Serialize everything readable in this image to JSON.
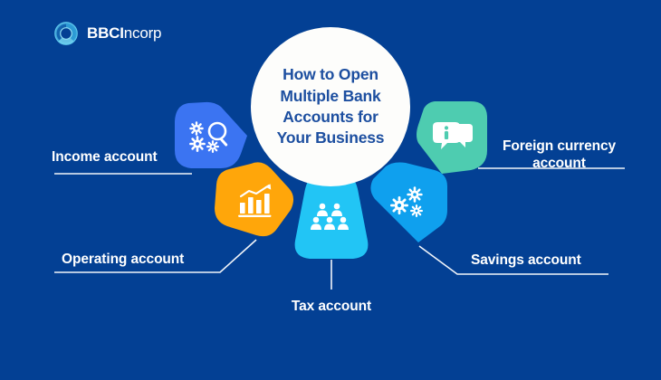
{
  "background_color": "#034094",
  "brand": {
    "logo_icon": "bbcincorp-swirl-icon",
    "name_bold": "BBCI",
    "name_regular": "ncorp",
    "mark_color": "#5ec6ec"
  },
  "center": {
    "title": "How to Open Multiple Bank Accounts for Your Business",
    "title_line_1": "How to Open",
    "title_line_2": "Multiple Bank",
    "title_line_3": "Accounts for",
    "title_line_4": "Your Business",
    "circle_color": "#fdfdfb",
    "text_color": "#1d4fa0"
  },
  "nodes": [
    {
      "id": "income",
      "label": "Income account",
      "icon": "gears-magnifier-icon",
      "color": "#3b74f2"
    },
    {
      "id": "operating",
      "label": "Operating account",
      "icon": "bar-chart-growth-icon",
      "color": "#ffa60a"
    },
    {
      "id": "tax",
      "label": "Tax account",
      "icon": "people-group-icon",
      "color": "#22c5f5"
    },
    {
      "id": "savings",
      "label": "Savings account",
      "icon": "gears-icon",
      "color": "#0fa0ee"
    },
    {
      "id": "foreign",
      "label": "Foreign currency account",
      "label_line_1": "Foreign currency",
      "label_line_2": "account",
      "icon": "speech-bubbles-info-icon",
      "color": "#4eccb0"
    }
  ]
}
